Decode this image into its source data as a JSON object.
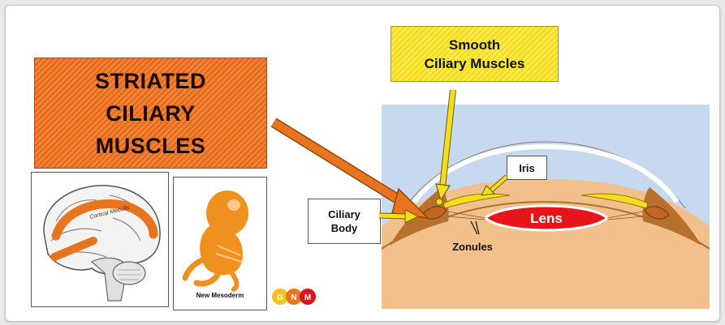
{
  "striated_box": {
    "lines": [
      "STRIATED",
      "CILIARY",
      "MUSCLES"
    ]
  },
  "smooth_box": {
    "lines": [
      "Smooth",
      "Ciliary Muscles"
    ]
  },
  "brain_panel": {
    "label": "Cortical Medulla"
  },
  "embryo_panel": {
    "caption": "New Mesoderm"
  },
  "eye_labels": {
    "iris": "Iris",
    "lens": "Lens",
    "ciliary_body": [
      "Ciliary",
      "Body"
    ],
    "zonules": "Zonules"
  },
  "logo": {
    "letters": [
      "G",
      "N",
      "M"
    ]
  },
  "colors": {
    "striated": "#e86a1c",
    "smooth": "#f4dd1c",
    "lens": "#e8141c",
    "sky": "#c6d9ee",
    "tissue": "#f2c08a",
    "muscle": "#c2661f"
  }
}
